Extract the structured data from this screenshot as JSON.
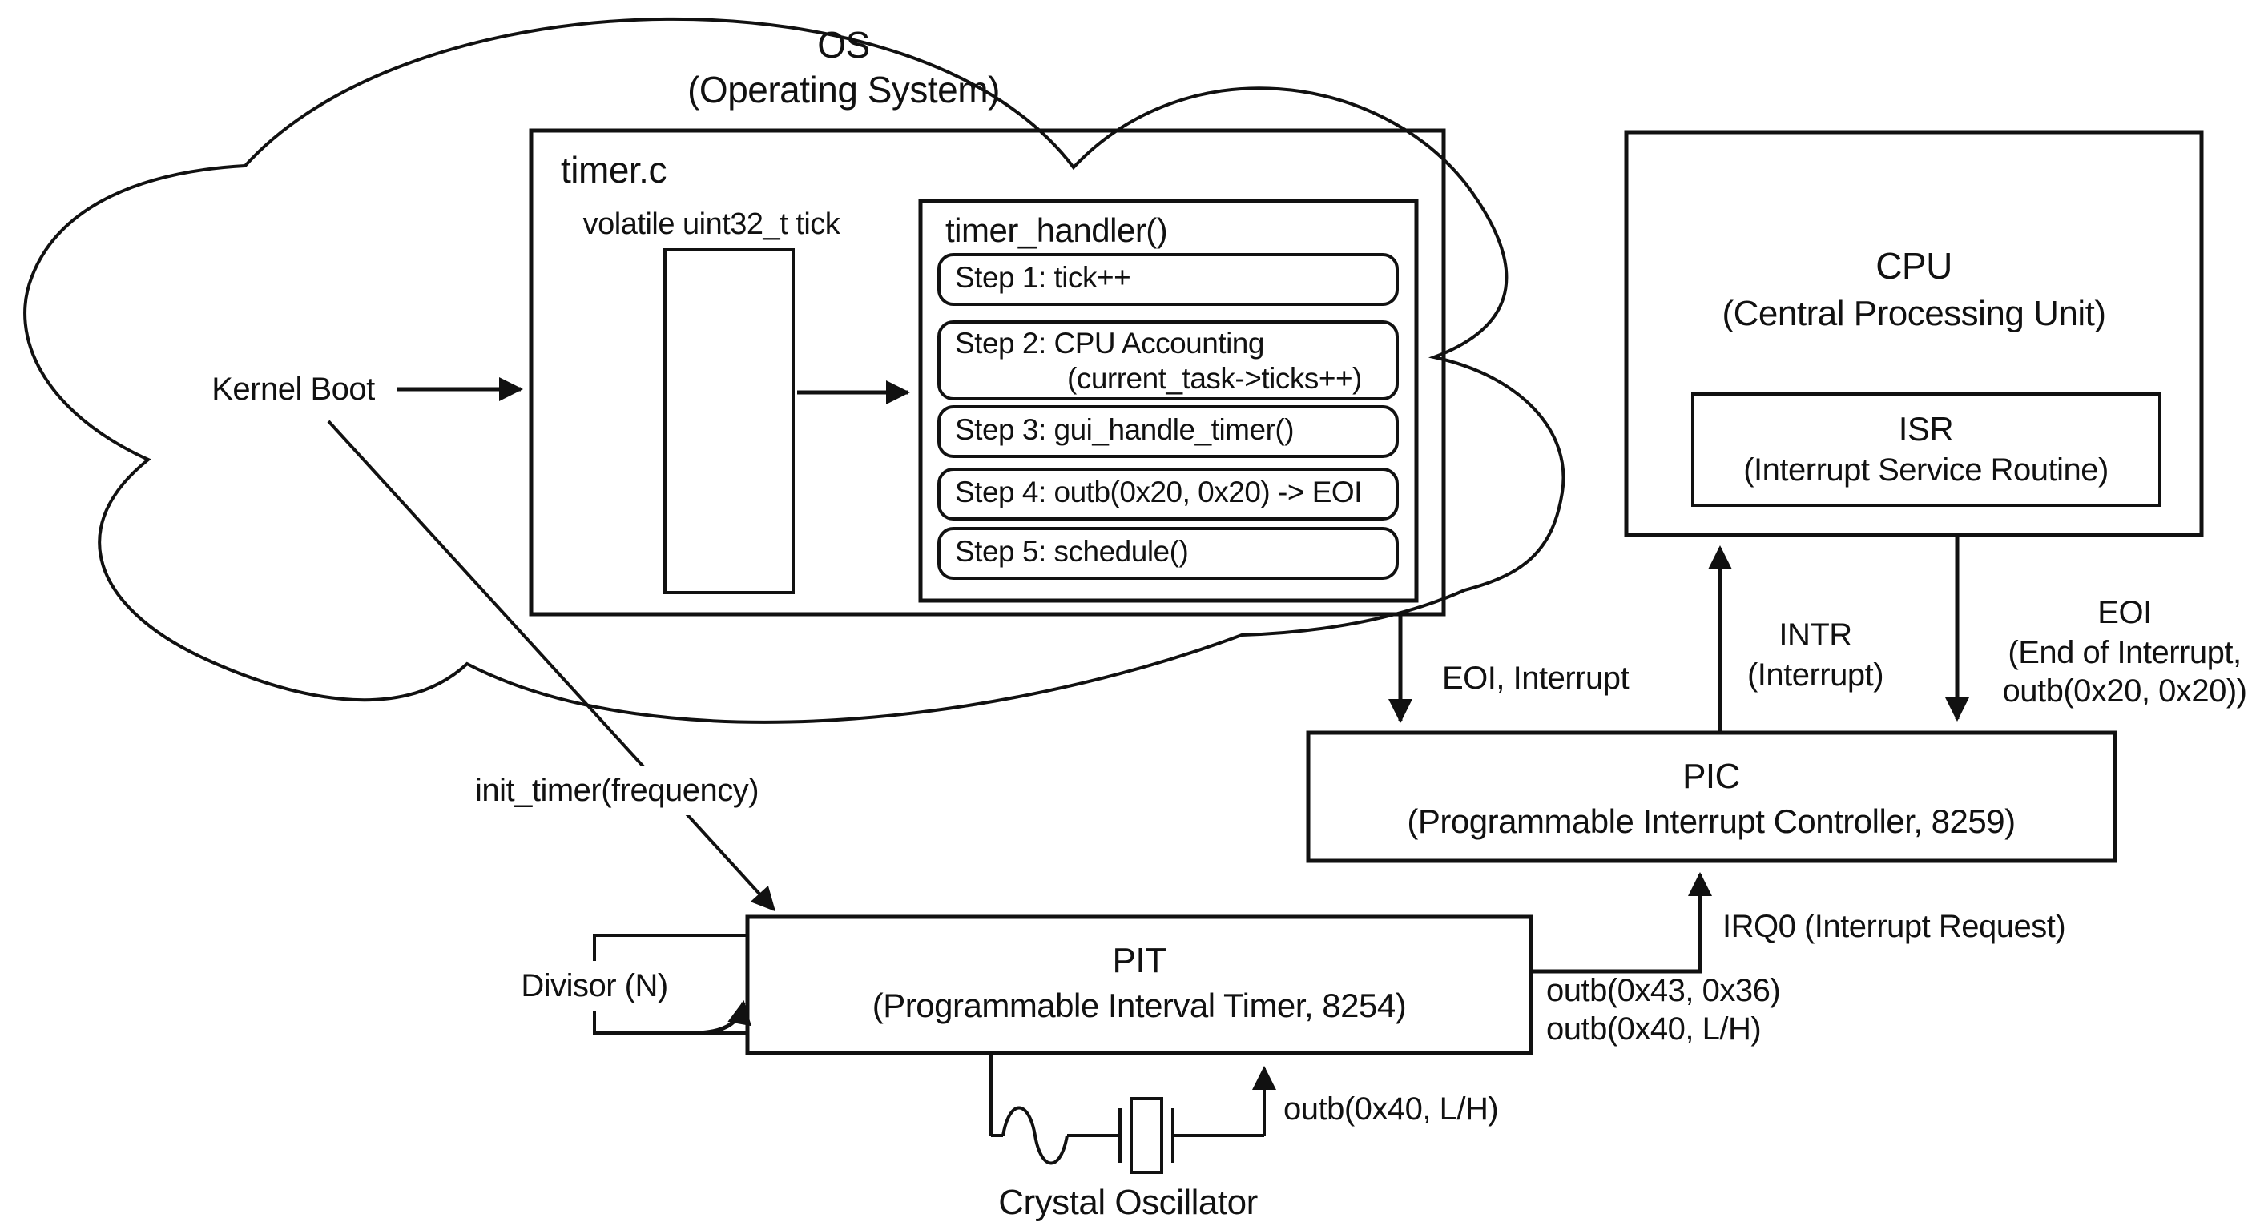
{
  "colors": {
    "ink": "#111111",
    "background": "#ffffff"
  },
  "cloud": {
    "title_line1": "OS",
    "title_line2": "(Operating System)"
  },
  "timer_c": {
    "title": "timer.c",
    "tick_label": "volatile uint32_t tick",
    "handler": {
      "title": "timer_handler()",
      "steps": [
        {
          "line1": "Step 1: tick++"
        },
        {
          "line1": "Step 2: CPU Accounting",
          "line2": "(current_task->ticks++)"
        },
        {
          "line1": "Step 3: gui_handle_timer()"
        },
        {
          "line1": "Step 4: outb(0x20, 0x20) -> EOI"
        },
        {
          "line1": "Step 5: schedule()"
        }
      ]
    }
  },
  "cpu": {
    "title_line1": "CPU",
    "title_line2": "(Central Processing Unit)",
    "isr_line1": "ISR",
    "isr_line2": "(Interrupt Service Routine)"
  },
  "pic": {
    "title_line1": "PIC",
    "title_line2": "(Programmable Interrupt Controller, 8259)"
  },
  "pit": {
    "title_line1": "PIT",
    "title_line2": "(Programmable Interval Timer, 8254)"
  },
  "labels": {
    "kernel_boot": "Kernel Boot",
    "init_timer": "init_timer(frequency)",
    "eoi_interrupt": "EOI, Interrupt",
    "intr_line1": "INTR",
    "intr_line2": "(Interrupt)",
    "eoi_line1": "EOI",
    "eoi_line2": "(End of Interrupt,",
    "eoi_line3": "outb(0x20, 0x20))",
    "irq0": "IRQ0 (Interrupt Request)",
    "outb_4336": "outb(0x43, 0x36)",
    "outb_40lh_pit": "outb(0x40, L/H)",
    "outb_40lh_crystal": "outb(0x40, L/H)",
    "divisor": "Divisor (N)",
    "crystal": "Crystal Oscillator"
  }
}
